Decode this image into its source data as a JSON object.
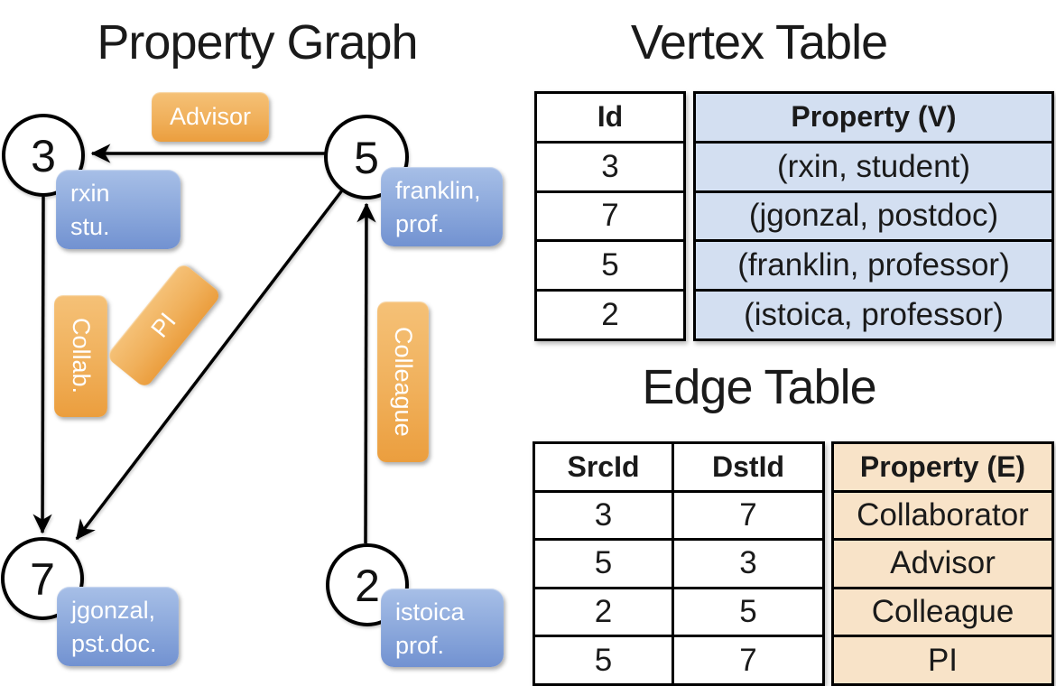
{
  "graph": {
    "title": "Property Graph",
    "nodes": [
      {
        "id": "3",
        "property_lines": [
          "rxin",
          "stu."
        ]
      },
      {
        "id": "5",
        "property_lines": [
          "franklin,",
          "prof."
        ]
      },
      {
        "id": "7",
        "property_lines": [
          "jgonzal,",
          "pst.doc."
        ]
      },
      {
        "id": "2",
        "property_lines": [
          "istoica",
          "prof."
        ]
      }
    ],
    "edges": [
      {
        "label": "Advisor",
        "from": "5",
        "to": "3"
      },
      {
        "label": "Collab.",
        "from": "3",
        "to": "7"
      },
      {
        "label": "PI",
        "from": "5",
        "to": "7"
      },
      {
        "label": "Colleague",
        "from": "2",
        "to": "5"
      }
    ]
  },
  "vertex_table": {
    "title": "Vertex Table",
    "columns": [
      "Id",
      "Property (V)"
    ],
    "rows": [
      [
        "3",
        "(rxin, student)"
      ],
      [
        "7",
        "(jgonzal, postdoc)"
      ],
      [
        "5",
        "(franklin, professor)"
      ],
      [
        "2",
        "(istoica, professor)"
      ]
    ]
  },
  "edge_table": {
    "title": "Edge Table",
    "columns": [
      "SrcId",
      "DstId",
      "Property (E)"
    ],
    "rows": [
      [
        "3",
        "7",
        "Collaborator"
      ],
      [
        "5",
        "3",
        "Advisor"
      ],
      [
        "2",
        "5",
        "Colleague"
      ],
      [
        "5",
        "7",
        "PI"
      ]
    ]
  },
  "colors": {
    "node_box_top": "#a7bfe7",
    "node_box_bottom": "#7292d1",
    "edge_label_top": "#f5c177",
    "edge_label_bottom": "#eb9e3e",
    "vertex_property_fill": "#d3dff1",
    "edge_property_fill": "#f8e3c8",
    "line_color": "#000000",
    "text_on_boxes": "#ffffff"
  }
}
